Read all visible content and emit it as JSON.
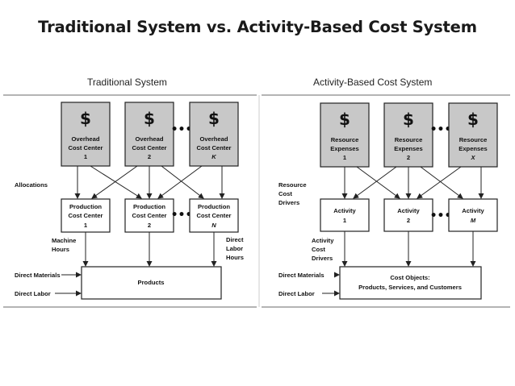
{
  "title": "Traditional System vs. Activity-Based Cost System",
  "traditional": {
    "heading": "Traditional System",
    "currency_symbol": "$",
    "cost_centers": [
      {
        "line1": "Overhead",
        "line2": "Cost Center",
        "index": "1"
      },
      {
        "line1": "Overhead",
        "line2": "Cost Center",
        "index": "2"
      },
      {
        "line1": "Overhead",
        "line2": "Cost Center",
        "index": "K"
      }
    ],
    "allocations_label": "Allocations",
    "production_centers": [
      {
        "line1": "Production",
        "line2": "Cost Center",
        "index": "1"
      },
      {
        "line1": "Production",
        "line2": "Cost Center",
        "index": "2"
      },
      {
        "line1": "Production",
        "line2": "Cost Center",
        "index": "N"
      }
    ],
    "machine_hours": [
      "Machine",
      "Hours"
    ],
    "direct_labor_hours": [
      "Direct",
      "Labor",
      "Hours"
    ],
    "direct_materials": "Direct Materials",
    "direct_labor": "Direct Labor",
    "products": "Products",
    "ellipsis": "•••"
  },
  "abc": {
    "heading": "Activity-Based Cost System",
    "currency_symbol": "$",
    "resources": [
      {
        "line1": "Resource",
        "line2": "Expenses",
        "index": "1"
      },
      {
        "line1": "Resource",
        "line2": "Expenses",
        "index": "2"
      },
      {
        "line1": "Resource",
        "line2": "Expenses",
        "index": "X"
      }
    ],
    "resource_cost_drivers": [
      "Resource",
      "Cost",
      "Drivers"
    ],
    "activities": [
      {
        "line1": "Activity",
        "index": "1"
      },
      {
        "line1": "Activity",
        "index": "2"
      },
      {
        "line1": "Activity",
        "index": "M"
      }
    ],
    "activity_cost_drivers": [
      "Activity",
      "Cost",
      "Drivers"
    ],
    "direct_materials": "Direct Materials",
    "direct_labor": "Direct Labor",
    "cost_objects": [
      "Cost Objects:",
      "Products, Services, and Customers"
    ],
    "ellipsis": "•••"
  }
}
